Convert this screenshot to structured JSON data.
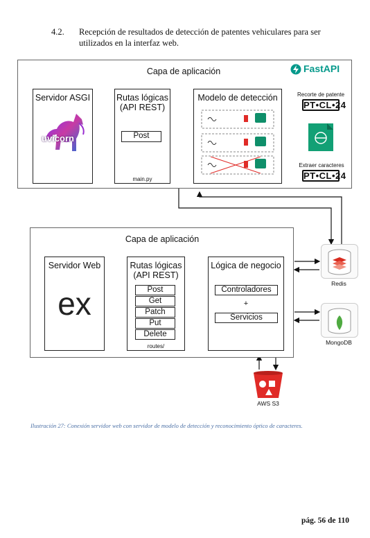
{
  "section": {
    "number": "4.2.",
    "title": "Recepción de resultados de detección de patentes vehiculares para ser utilizados en la interfaz web."
  },
  "top_layer": {
    "title": "Capa de aplicación",
    "fastapi_label": "FastAPI",
    "asgi": {
      "title": "Servidor ASGI",
      "logo_text": "uvicorn"
    },
    "routes": {
      "title_line1": "Rutas lógicas",
      "title_line2": "(API REST)",
      "method": "Post",
      "file": "main.py"
    },
    "model": {
      "title": "Modelo de detección"
    }
  },
  "plate_side": {
    "crop_label": "Recorte de patente",
    "plate_text": "PT•CL•24",
    "extract_label": "Extraer caracteres"
  },
  "bottom_layer": {
    "title": "Capa de aplicación",
    "web": {
      "title": "Servidor Web",
      "logo_text": "ex"
    },
    "routes": {
      "title_line1": "Rutas lógicas",
      "title_line2": "(API REST)",
      "methods": [
        "Post",
        "Get",
        "Patch",
        "Put",
        "Delete"
      ],
      "file": "routes/"
    },
    "logic": {
      "title": "Lógica de negocio",
      "controllers": "Controladores",
      "plus": "+",
      "services": "Servicios"
    }
  },
  "services": {
    "redis": "Redis",
    "mongodb": "MongoDB",
    "s3": "AWS S3"
  },
  "caption": "Ilustración 27: Conexión servidor web con servidor de modelo de detección y reconocimiento óptico de caracteres.",
  "page": "pág. 56 de 110",
  "colors": {
    "fastapi": "#05998b",
    "redis": "#d82c20",
    "mongodb": "#4faa41",
    "s3": "#e02b27",
    "caption": "#4a6fa5"
  }
}
